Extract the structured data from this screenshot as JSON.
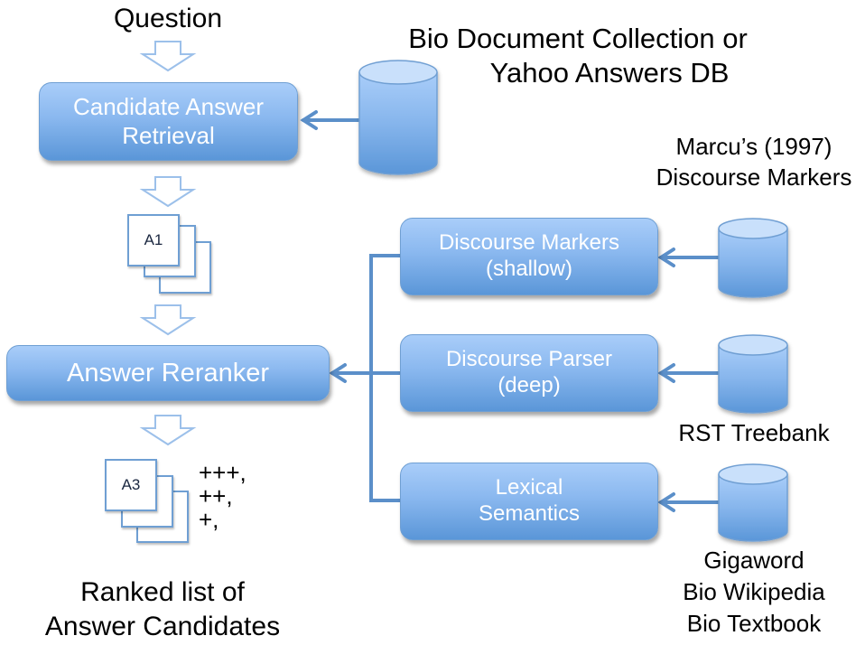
{
  "diagram": {
    "question_label": "Question",
    "collection_label_line1": "Bio Document Collection or",
    "collection_label_line2": "Yahoo Answers DB",
    "candidate_retrieval": {
      "line1": "Candidate Answer",
      "line2": "Retrieval"
    },
    "answer_card_top": "A1",
    "answer_reranker": "Answer Reranker",
    "answer_card_bottom": "A3",
    "rank_marks": [
      "+++,",
      "++,",
      "+,"
    ],
    "ranked_list_label_line1": "Ranked list of",
    "ranked_list_label_line2": "Answer Candidates",
    "feature_modules": [
      {
        "line1": "Discourse Markers",
        "line2": "(shallow)"
      },
      {
        "line1": "Discourse Parser",
        "line2": "(deep)"
      },
      {
        "line1": "Lexical",
        "line2": "Semantics"
      }
    ],
    "resources": {
      "markers": {
        "line1": "Marcu’s (1997)",
        "line2": "Discourse Markers"
      },
      "treebank": {
        "line1": "RST Treebank"
      },
      "lexical": {
        "line1": "Gigaword",
        "line2": "Bio Wikipedia",
        "line3": "Bio Textbook"
      }
    },
    "colors": {
      "box_top": "#a9cdf9",
      "box_bottom": "#5a96d8",
      "connector": "#5b8fc9",
      "arrow_outline": "#9cc0ea"
    }
  }
}
